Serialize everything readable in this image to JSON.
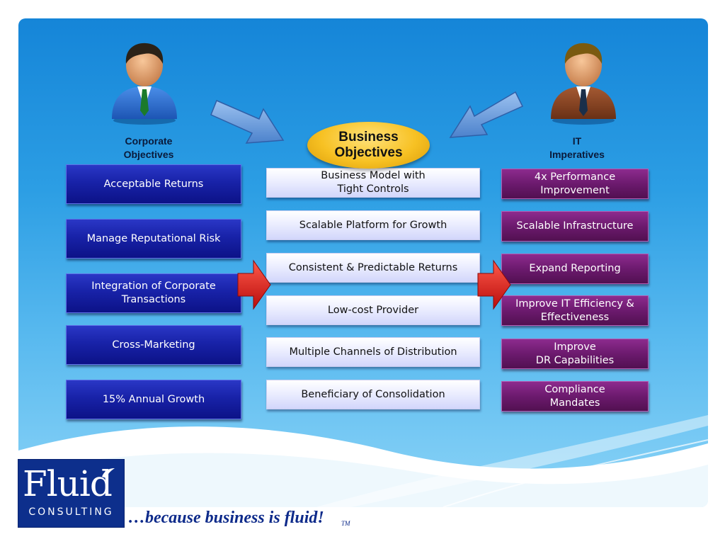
{
  "corporate": {
    "label_lines": [
      "Corporate",
      "Objectives"
    ],
    "items": [
      {
        "lines": [
          "Acceptable Returns"
        ]
      },
      {
        "lines": [
          "Manage Reputational Risk"
        ]
      },
      {
        "lines": [
          "Integration of Corporate",
          "Transactions"
        ]
      },
      {
        "lines": [
          "Cross-Marketing"
        ]
      },
      {
        "lines": [
          "15% Annual Growth"
        ]
      }
    ]
  },
  "business": {
    "title_lines": [
      "Business",
      "Objectives"
    ],
    "items": [
      {
        "lines": [
          "Business Model with",
          "Tight Controls"
        ]
      },
      {
        "lines": [
          "Scalable Platform for Growth"
        ]
      },
      {
        "lines": [
          "Consistent & Predictable Returns"
        ]
      },
      {
        "lines": [
          "Low-cost Provider"
        ]
      },
      {
        "lines": [
          "Multiple Channels of Distribution"
        ]
      },
      {
        "lines": [
          "Beneficiary of Consolidation"
        ]
      }
    ]
  },
  "it": {
    "label_lines": [
      "IT",
      "Imperatives"
    ],
    "items": [
      {
        "lines": [
          "4x Performance",
          "Improvement"
        ]
      },
      {
        "lines": [
          "Scalable Infrastructure"
        ]
      },
      {
        "lines": [
          "Expand Reporting"
        ]
      },
      {
        "lines": [
          "Improve IT Efficiency &",
          "Effectiveness"
        ]
      },
      {
        "lines": [
          "Improve",
          "DR Capabilities"
        ]
      },
      {
        "lines": [
          "Compliance",
          "Mandates"
        ]
      }
    ]
  },
  "footer": {
    "logo_word": "Fluid",
    "logo_sub": "CONSULTING",
    "tagline": "…because business is fluid!",
    "trademark": "TM"
  },
  "icons": {
    "corporate_person": "business-person-blue-suit-icon",
    "it_person": "business-person-brown-suit-icon",
    "arrows": [
      "blue-arrow-down-right-icon",
      "blue-arrow-down-left-icon",
      "red-arrow-right-icon"
    ]
  },
  "colors": {
    "corporate_box": "#1822a8",
    "business_box": "#eef0ff",
    "it_box": "#6c1a6e",
    "oval": "#f7c123",
    "red_arrow": "#d81a1a",
    "blue_arrow": "#5b93d6",
    "logo_bg": "#0d2f8c",
    "tagline": "#0d2a8a"
  }
}
